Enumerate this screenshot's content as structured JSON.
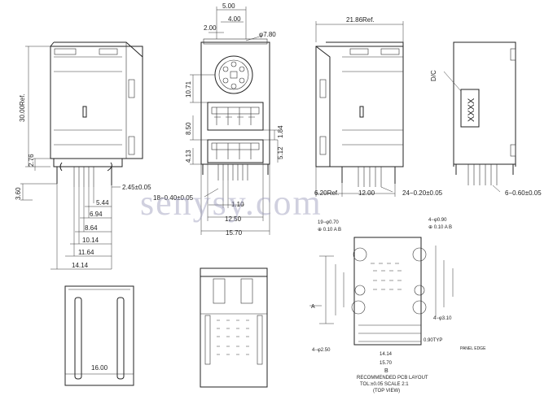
{
  "views": {
    "front": {
      "height_ref": "30.00Ref.",
      "d_276": "2.76",
      "d_360": "3.60",
      "d_245": "2.45±0.05",
      "d_544": "5.44",
      "d_694": "6.94",
      "d_864": "8.64",
      "d_1014": "10.14",
      "d_1164": "11.64",
      "d_1414": "14.14"
    },
    "port": {
      "d_500": "5.00",
      "d_400": "4.00",
      "d_200": "2.00",
      "d_phi780": "φ7.80",
      "d_1071": "10.71",
      "d_850": "8.50",
      "d_413": "4.13",
      "d_184": "1.84",
      "d_512": "5.12",
      "d_pin18": "18−0.40±0.05",
      "d_110": "1.10",
      "d_1250": "12.50",
      "d_1570": "15.70"
    },
    "side": {
      "d_2186": "21.86Ref.",
      "d_620": "6.20Ref.",
      "d_1200": "12.00",
      "d_24": "24−0.20±0.05"
    },
    "rear": {
      "dc_label": "D/C",
      "code": "XXXX",
      "d_6": "6−0.60±0.05"
    },
    "top": {
      "d_1600": "16.00"
    },
    "pcb": {
      "hole_19": "19−φ0.70",
      "tol_a": "⊕ 0.10 A B",
      "hole_4_90": "4−φ0.90",
      "hole_4_250": "4−φ2.50",
      "hole_4_310": "4−φ3.10",
      "tol_b": "⊕ 0.10 A B",
      "d_1570": "15.70",
      "d_1414": "14.14",
      "d_090": "0.90TYP",
      "datum_a": "A",
      "datum_b": "B",
      "panel_edge": "PANEL EDGE",
      "caption_1": "RECOMMENDED PCB LAYOUT",
      "caption_2": "TOL:±0.05 SCALE 2:1",
      "caption_3": "(TOP VIEW)"
    }
  },
  "watermark": "senysy.com"
}
